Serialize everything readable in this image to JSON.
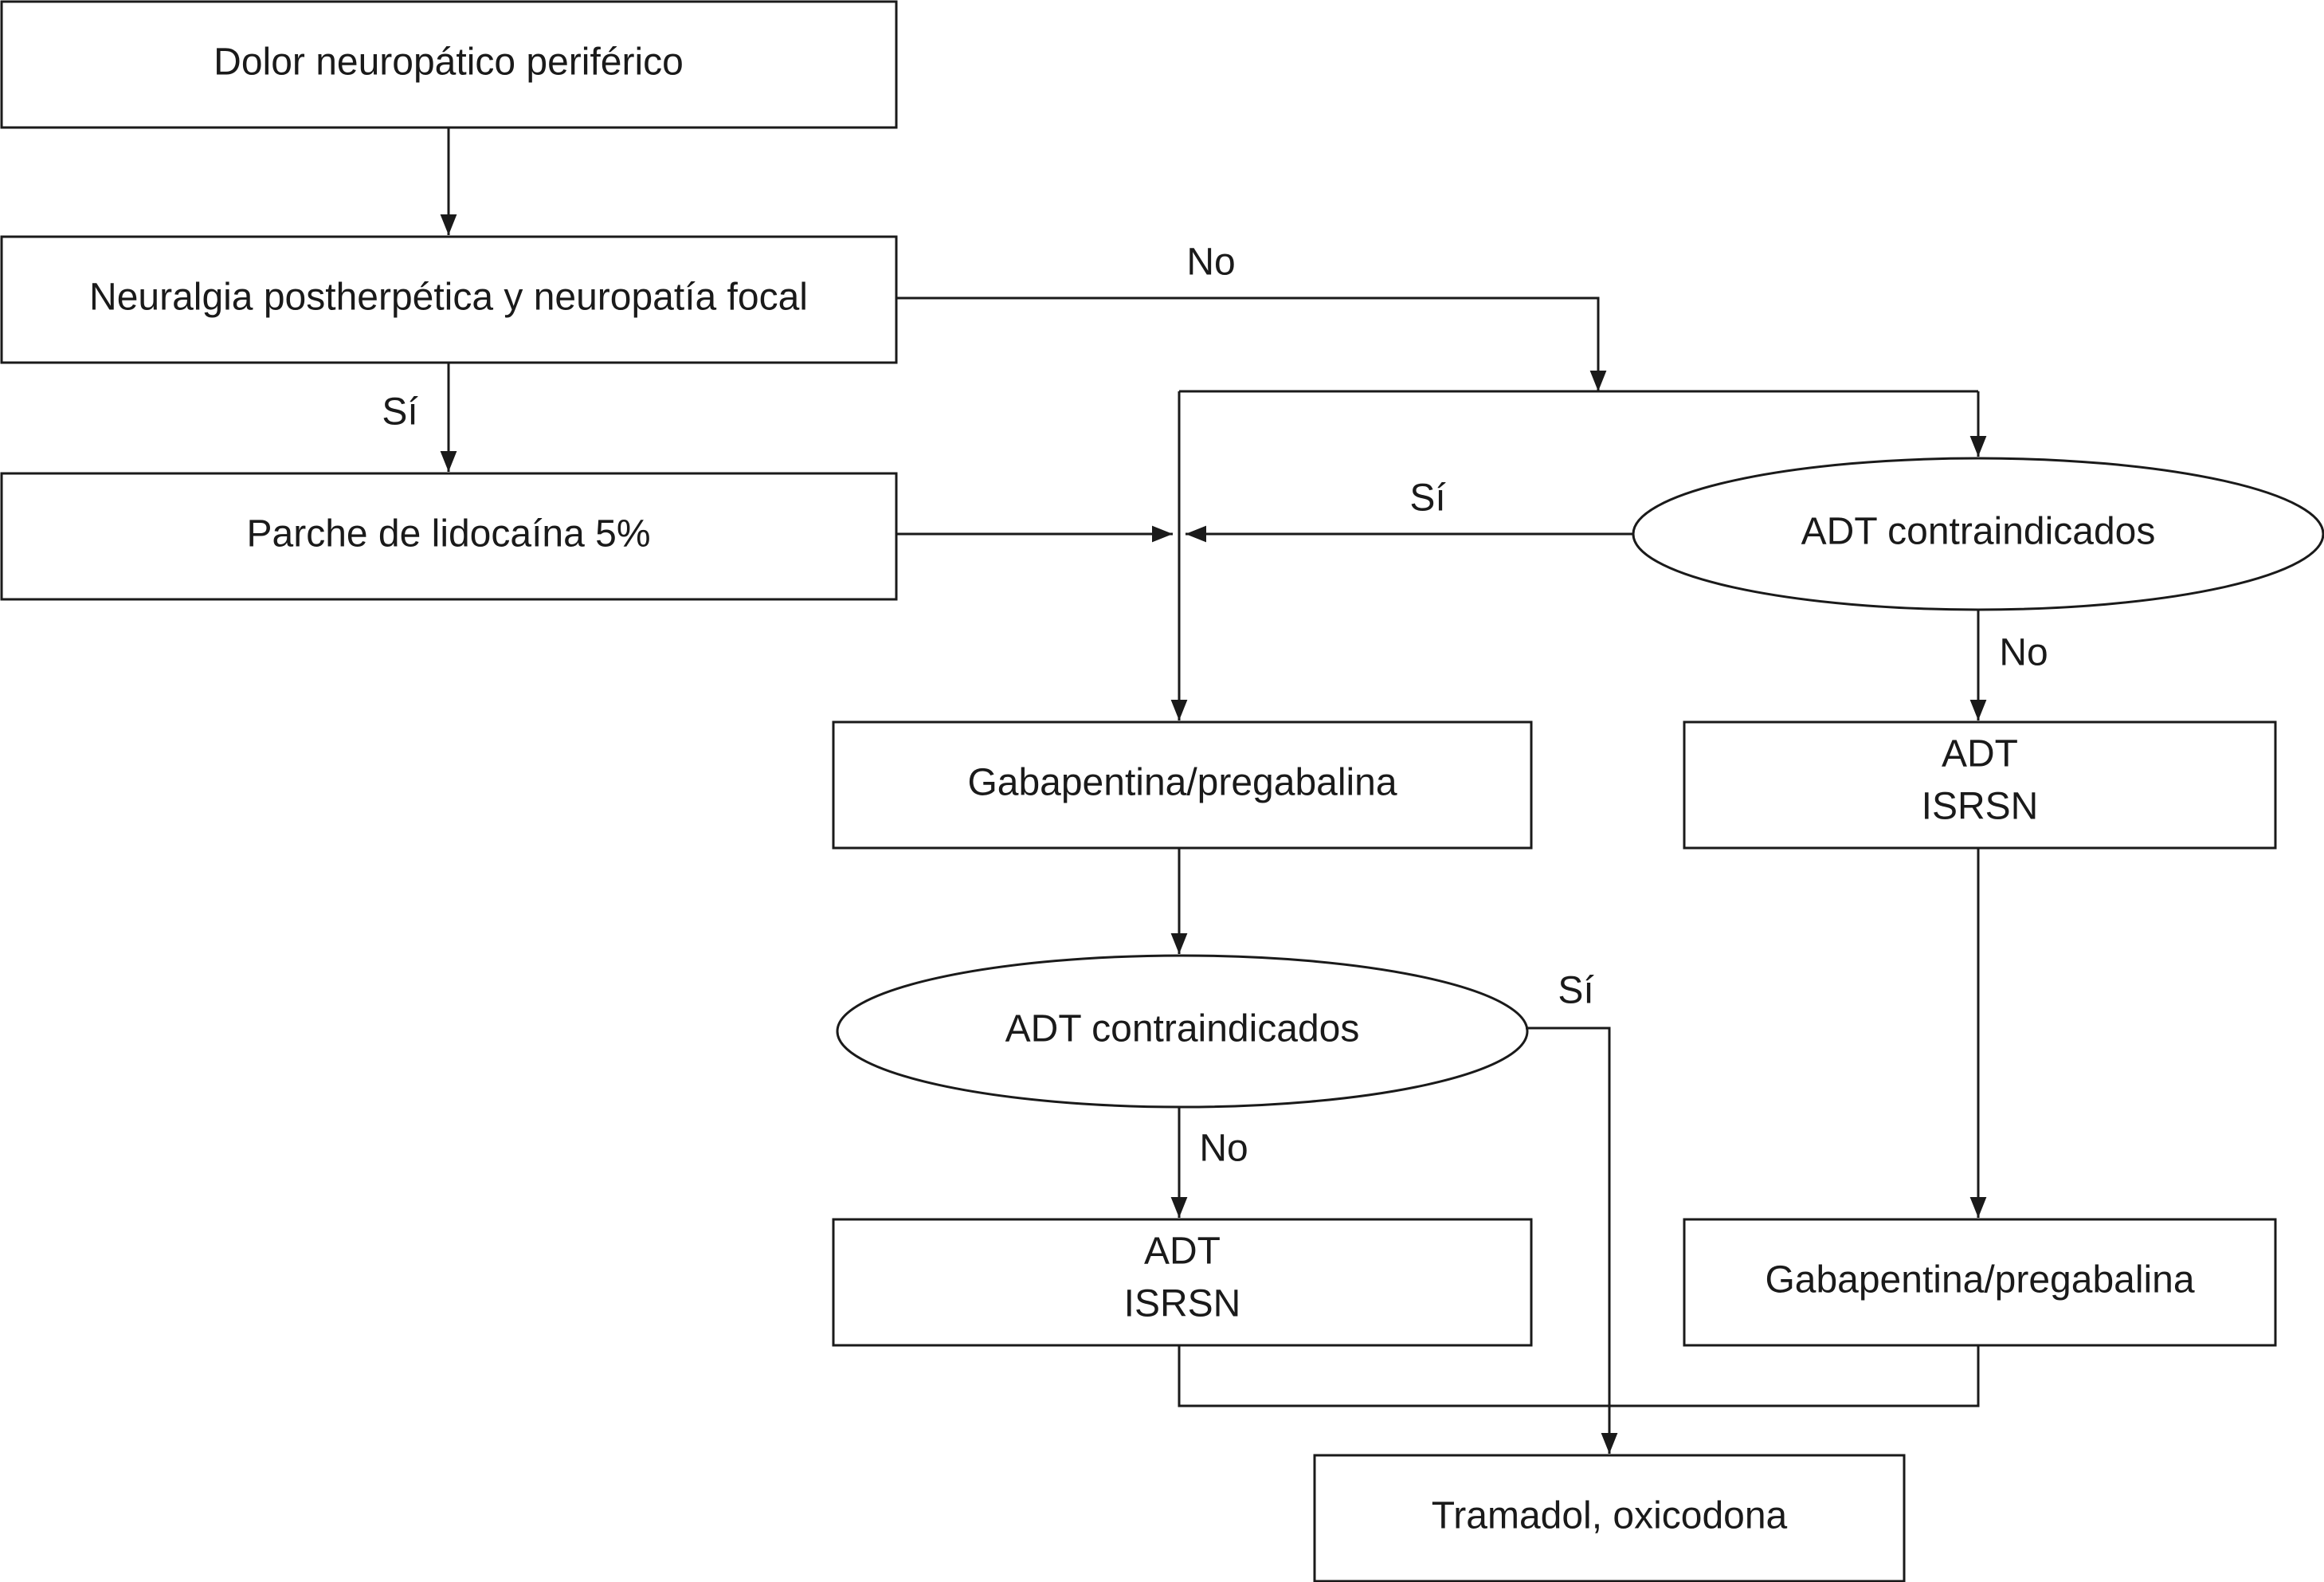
{
  "nodes": {
    "start": "Dolor neuropático periférico",
    "q_focal": "Neuralgia postherpética y neuropatía focal",
    "lidocaine": "Parche de lidocaína 5%",
    "q_adt_right": "ADT contraindicados",
    "gaba_left": "Gabapentina/pregabalina",
    "adt_right_l1": "ADT",
    "adt_right_l2": "ISRSN",
    "q_adt_left": "ADT contraindicados",
    "adt_left_l1": "ADT",
    "adt_left_l2": "ISRSN",
    "gaba_right": "Gabapentina/pregabalina",
    "tramadol": "Tramadol, oxicodona"
  },
  "edge_labels": {
    "focal_no": "No",
    "focal_si": "Sí",
    "adt_right_si": "Sí",
    "adt_right_no": "No",
    "adt_left_si": "Sí",
    "adt_left_no": "No"
  },
  "colors": {
    "stroke": "#1a1a1a",
    "background": "#ffffff"
  }
}
